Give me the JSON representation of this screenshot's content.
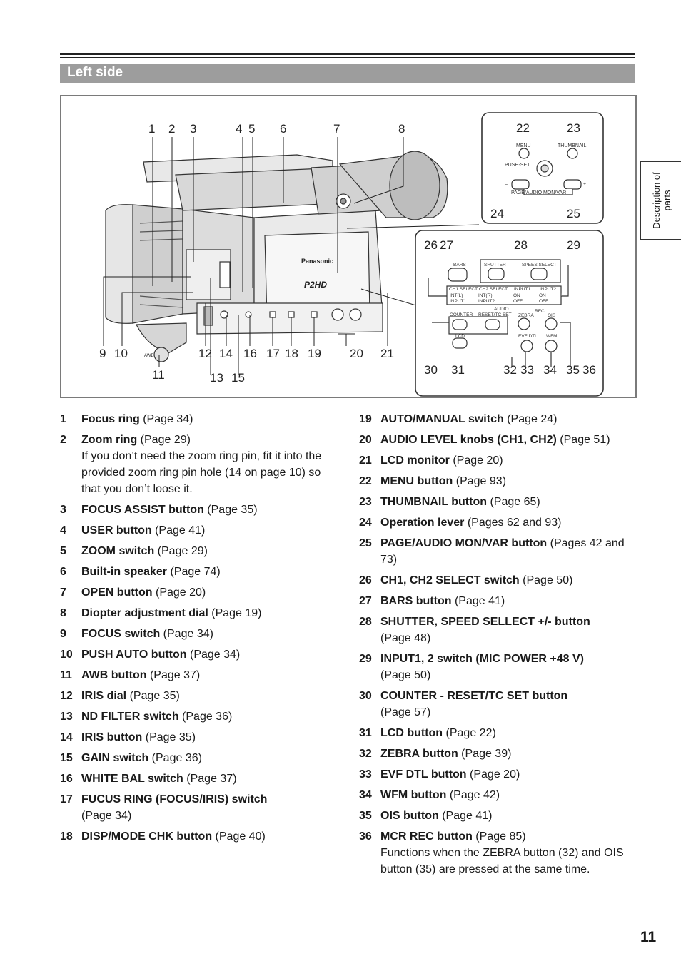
{
  "section": {
    "title": "Left side"
  },
  "side_tab": {
    "text": "Description of parts"
  },
  "page_number": "11",
  "figure": {
    "callouts": [
      "1",
      "2",
      "3",
      "4",
      "5",
      "6",
      "7",
      "8",
      "9",
      "10",
      "11",
      "12",
      "13",
      "14",
      "15",
      "16",
      "17",
      "18",
      "19",
      "20",
      "21",
      "22",
      "23",
      "24",
      "25",
      "26",
      "27",
      "28",
      "29",
      "30",
      "31",
      "32",
      "33",
      "34",
      "35",
      "36"
    ],
    "camera_labels": {
      "brand": "Panasonic",
      "model": "P2HD",
      "awb": "AWB"
    },
    "top_panel_labels": {
      "menu": "MENU",
      "thumbnail": "THUMBNAIL",
      "push_set": "PUSH-SET",
      "page": "PAGE/AUDIO MON/VAR",
      "minus": "–",
      "plus": "+"
    },
    "side_panel_labels": {
      "bars": "BARS",
      "shutter": "SHUTTER",
      "speed_select": "SPEES SELECT",
      "ch1": "CH1 SELECT",
      "ch2": "CH2 SELECT",
      "input1": "INPUT1",
      "input2": "INPUT2",
      "int_l": "INT(L)",
      "int_r": "INT(R)",
      "in1": "INPUT1",
      "in2": "INPUT2",
      "on": "ON",
      "off": "OFF",
      "audio": "AUDIO",
      "counter": "COUNTER",
      "reset": "RESET/TC SET",
      "rec": "REC",
      "zebra": "ZEBRA",
      "ois": "OIS",
      "lcd": "LCD",
      "evf": "EVF DTL",
      "wfm": "WFM"
    }
  },
  "items_left": [
    {
      "num": "1",
      "name": "Focus ring",
      "ref": " (Page 34)"
    },
    {
      "num": "2",
      "name": "Zoom ring",
      "ref": " (Page 29)",
      "note": "If you don’t need the zoom ring pin, fit it into the provided zoom ring pin hole (14 on page 10) so that you don’t loose it."
    },
    {
      "num": "3",
      "name": "FOCUS ASSIST button",
      "ref": " (Page 35)"
    },
    {
      "num": "4",
      "name": "USER button",
      "ref": " (Page 41)"
    },
    {
      "num": "5",
      "name": "ZOOM switch",
      "ref": " (Page 29)"
    },
    {
      "num": "6",
      "name": "Built-in speaker",
      "ref": " (Page 74)"
    },
    {
      "num": "7",
      "name": "OPEN button",
      "ref": " (Page 20)"
    },
    {
      "num": "8",
      "name": "Diopter adjustment dial",
      "ref": " (Page 19)"
    },
    {
      "num": "9",
      "name": "FOCUS switch",
      "ref": " (Page 34)"
    },
    {
      "num": "10",
      "name": "PUSH AUTO button",
      "ref": " (Page 34)"
    },
    {
      "num": "11",
      "name": "AWB button",
      "ref": " (Page 37)"
    },
    {
      "num": "12",
      "name": "IRIS dial",
      "ref": " (Page 35)"
    },
    {
      "num": "13",
      "name": "ND FILTER switch",
      "ref": " (Page 36)"
    },
    {
      "num": "14",
      "name": "IRIS button",
      "ref": " (Page 35)"
    },
    {
      "num": "15",
      "name": "GAIN switch",
      "ref": " (Page 36)"
    },
    {
      "num": "16",
      "name": "WHITE BAL switch",
      "ref": " (Page 37)"
    },
    {
      "num": "17",
      "name": "FUCUS RING (FOCUS/IRIS) switch",
      "ref": "",
      "note": "(Page 34)"
    },
    {
      "num": "18",
      "name": "DISP/MODE CHK button",
      "ref": " (Page 40)"
    }
  ],
  "items_right": [
    {
      "num": "19",
      "name": "AUTO/MANUAL switch",
      "ref": " (Page 24)"
    },
    {
      "num": "20",
      "name": "AUDIO LEVEL knobs (CH1, CH2)",
      "ref": " (Page 51)"
    },
    {
      "num": "21",
      "name": "LCD monitor",
      "ref": " (Page 20)"
    },
    {
      "num": "22",
      "name": "MENU button",
      "ref": " (Page 93)"
    },
    {
      "num": "23",
      "name": "THUMBNAIL button",
      "ref": " (Page 65)"
    },
    {
      "num": "24",
      "name": "Operation lever",
      "ref": " (Pages 62 and 93)"
    },
    {
      "num": "25",
      "name": "PAGE/AUDIO MON/VAR button",
      "ref": " (Pages 42 and 73)"
    },
    {
      "num": "26",
      "name": "CH1, CH2 SELECT switch",
      "ref": " (Page 50)"
    },
    {
      "num": "27",
      "name": "BARS button",
      "ref": " (Page 41)"
    },
    {
      "num": "28",
      "name": "SHUTTER, SPEED SELLECT +/- button",
      "ref": "",
      "note": "(Page 48)"
    },
    {
      "num": "29",
      "name": "INPUT1, 2 switch (MIC POWER +48 V)",
      "ref": "",
      "note": "(Page 50)"
    },
    {
      "num": "30",
      "name": "COUNTER - RESET/TC SET button",
      "ref": "",
      "note": "(Page 57)"
    },
    {
      "num": "31",
      "name": "LCD button",
      "ref": " (Page 22)"
    },
    {
      "num": "32",
      "name": "ZEBRA button",
      "ref": " (Page 39)"
    },
    {
      "num": "33",
      "name": "EVF DTL button",
      "ref": " (Page 20)"
    },
    {
      "num": "34",
      "name": "WFM button",
      "ref": " (Page 42)"
    },
    {
      "num": "35",
      "name": "OIS button",
      "ref": " (Page 41)"
    },
    {
      "num": "36",
      "name": "MCR REC button",
      "ref": " (Page 85)",
      "note": "Functions when the ZEBRA button (32) and OIS button (35) are pressed at the same time."
    }
  ]
}
